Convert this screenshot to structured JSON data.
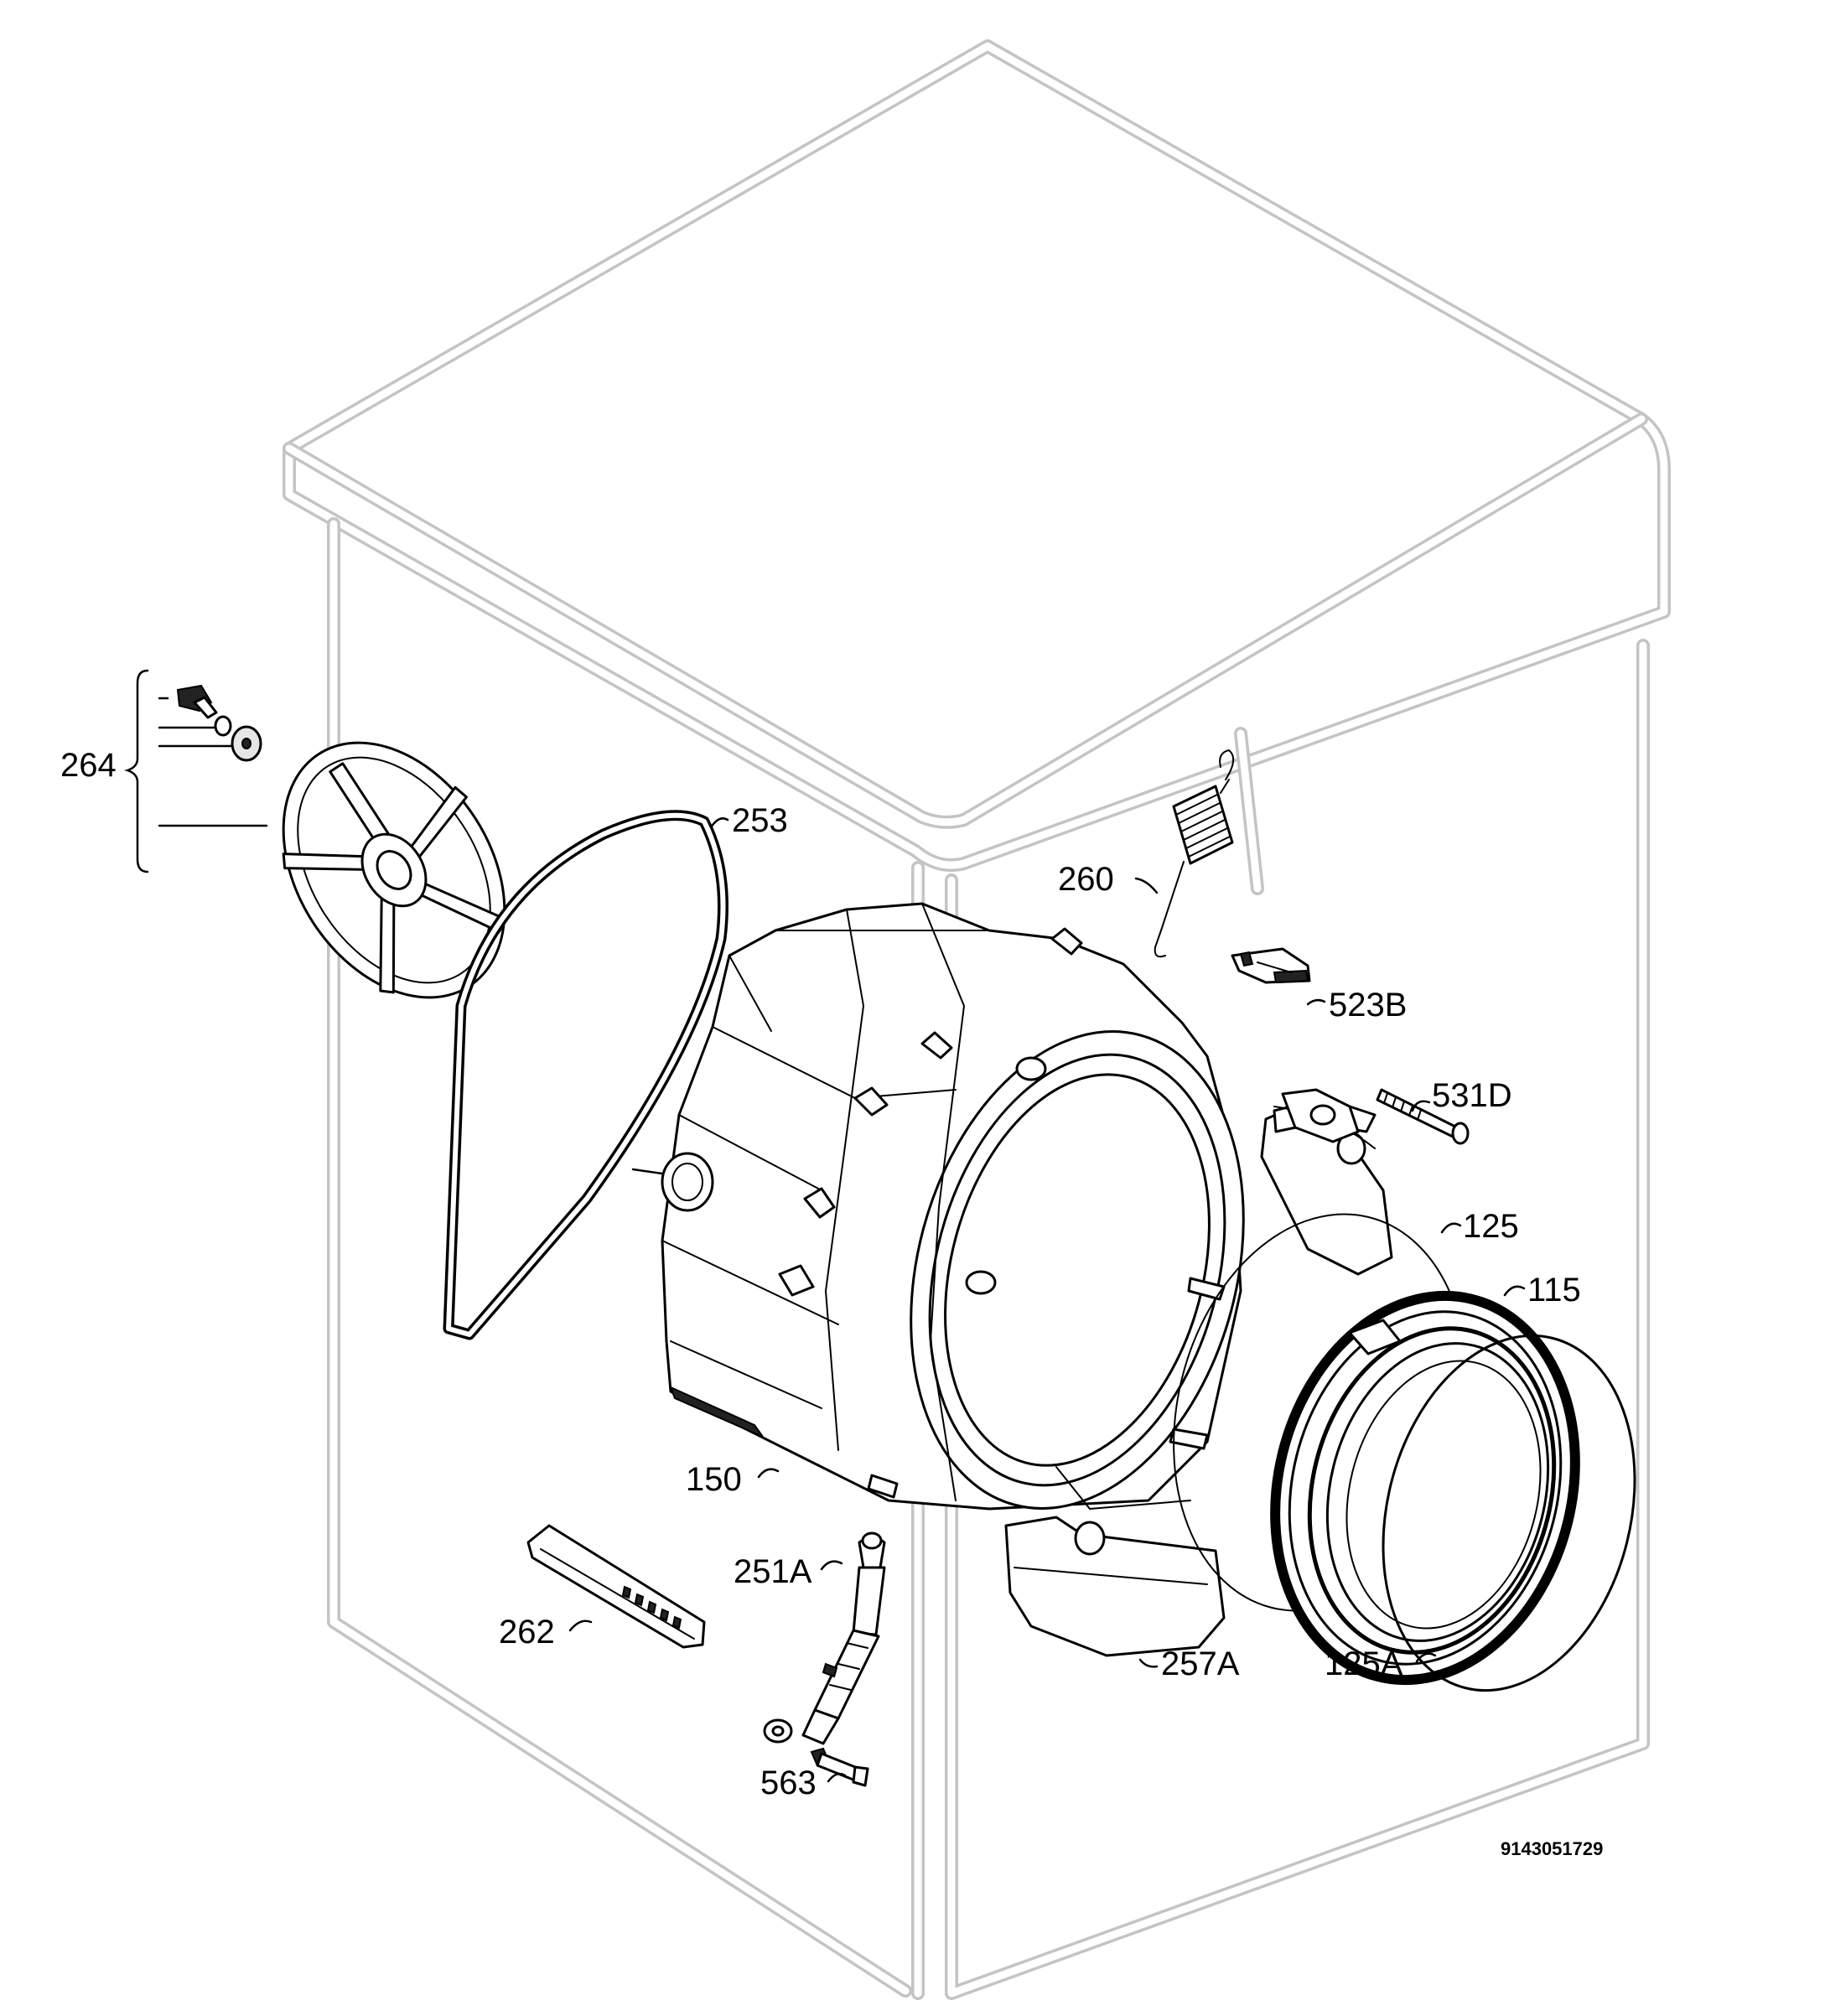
{
  "diagram": {
    "labels": {
      "p264": "264",
      "p253": "253",
      "p260": "260",
      "p523B": "523B",
      "p531D": "531D",
      "p125": "125",
      "p115": "115",
      "p150": "150",
      "p251A": "251A",
      "p262": "262",
      "p257A": "257A",
      "p125A": "125A",
      "p563": "563"
    },
    "document_number": "9143051729"
  }
}
